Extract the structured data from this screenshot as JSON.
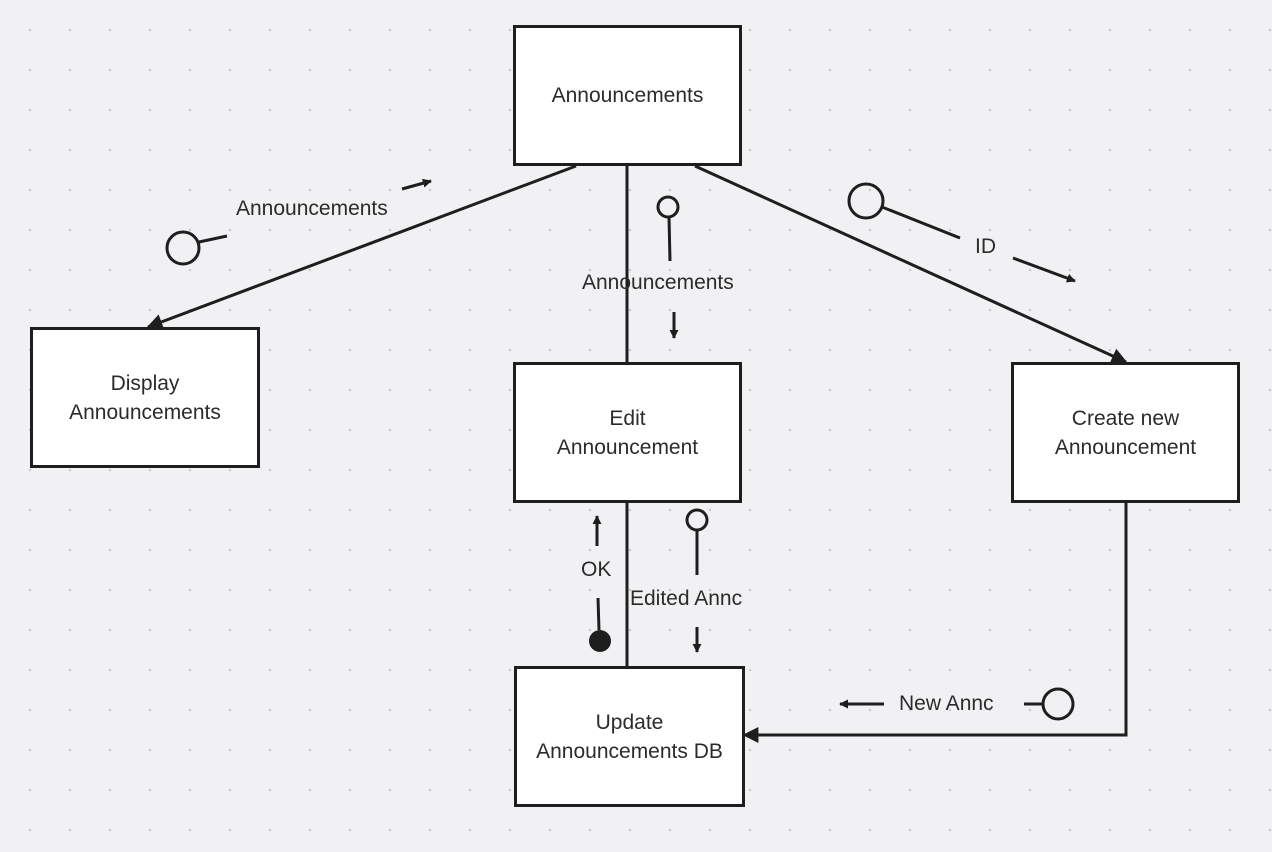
{
  "colors": {
    "canvas": "#f1f1f3",
    "line": "#1e1e1e",
    "box_fill": "#ffffff",
    "text": "#2b2b2b"
  },
  "nodes": {
    "announcements": "Announcements",
    "display": "Display\nAnnouncements",
    "edit": "Edit\nAnnouncement",
    "create": "Create new\nAnnouncement",
    "update": "Update\nAnnouncements DB"
  },
  "flows": {
    "to_display": "Announcements",
    "to_edit": "Announcements",
    "to_create": "ID",
    "ok": "OK",
    "edited": "Edited Annc",
    "new_annc": "New Annc"
  },
  "couple_icons": {
    "data_couple": "open-circle-icon",
    "control_flag": "filled-circle-icon"
  }
}
